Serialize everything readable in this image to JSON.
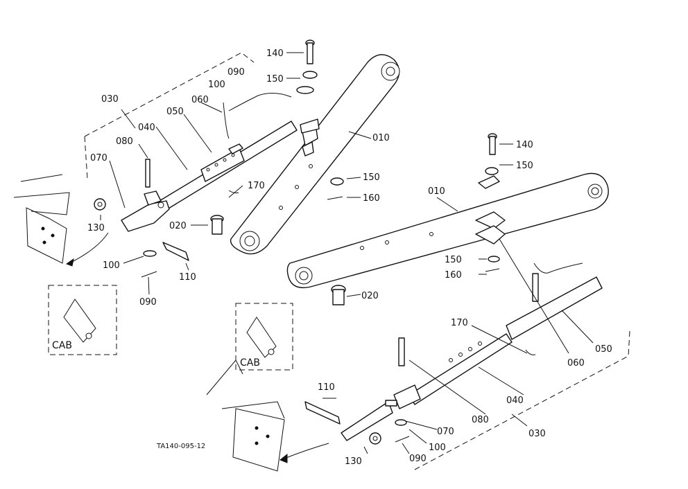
{
  "drawing_code": "TA140-095-12",
  "labels": {
    "l_010a": "010",
    "l_010b": "010",
    "l_020a": "020",
    "l_020b": "020",
    "l_030a": "030",
    "l_030b": "030",
    "l_040a": "040",
    "l_040b": "040",
    "l_050a": "050",
    "l_050b": "050",
    "l_060a": "060",
    "l_060b": "060",
    "l_070a": "070",
    "l_070b": "070",
    "l_080a": "080",
    "l_080b": "080",
    "l_090a": "090",
    "l_090b": "090",
    "l_090c": "090",
    "l_100a": "100",
    "l_100b": "100",
    "l_100c": "100",
    "l_110a": "110",
    "l_110b": "110",
    "l_130a": "130",
    "l_130b": "130",
    "l_140a": "140",
    "l_140b": "140",
    "l_150a": "150",
    "l_150b": "150",
    "l_150c": "150",
    "l_150d": "150",
    "l_160a": "160",
    "l_160b": "160",
    "l_170a": "170",
    "l_170b": "170"
  },
  "cab_label": "CAB",
  "colors": {
    "line": "#111111",
    "background": "#ffffff"
  }
}
